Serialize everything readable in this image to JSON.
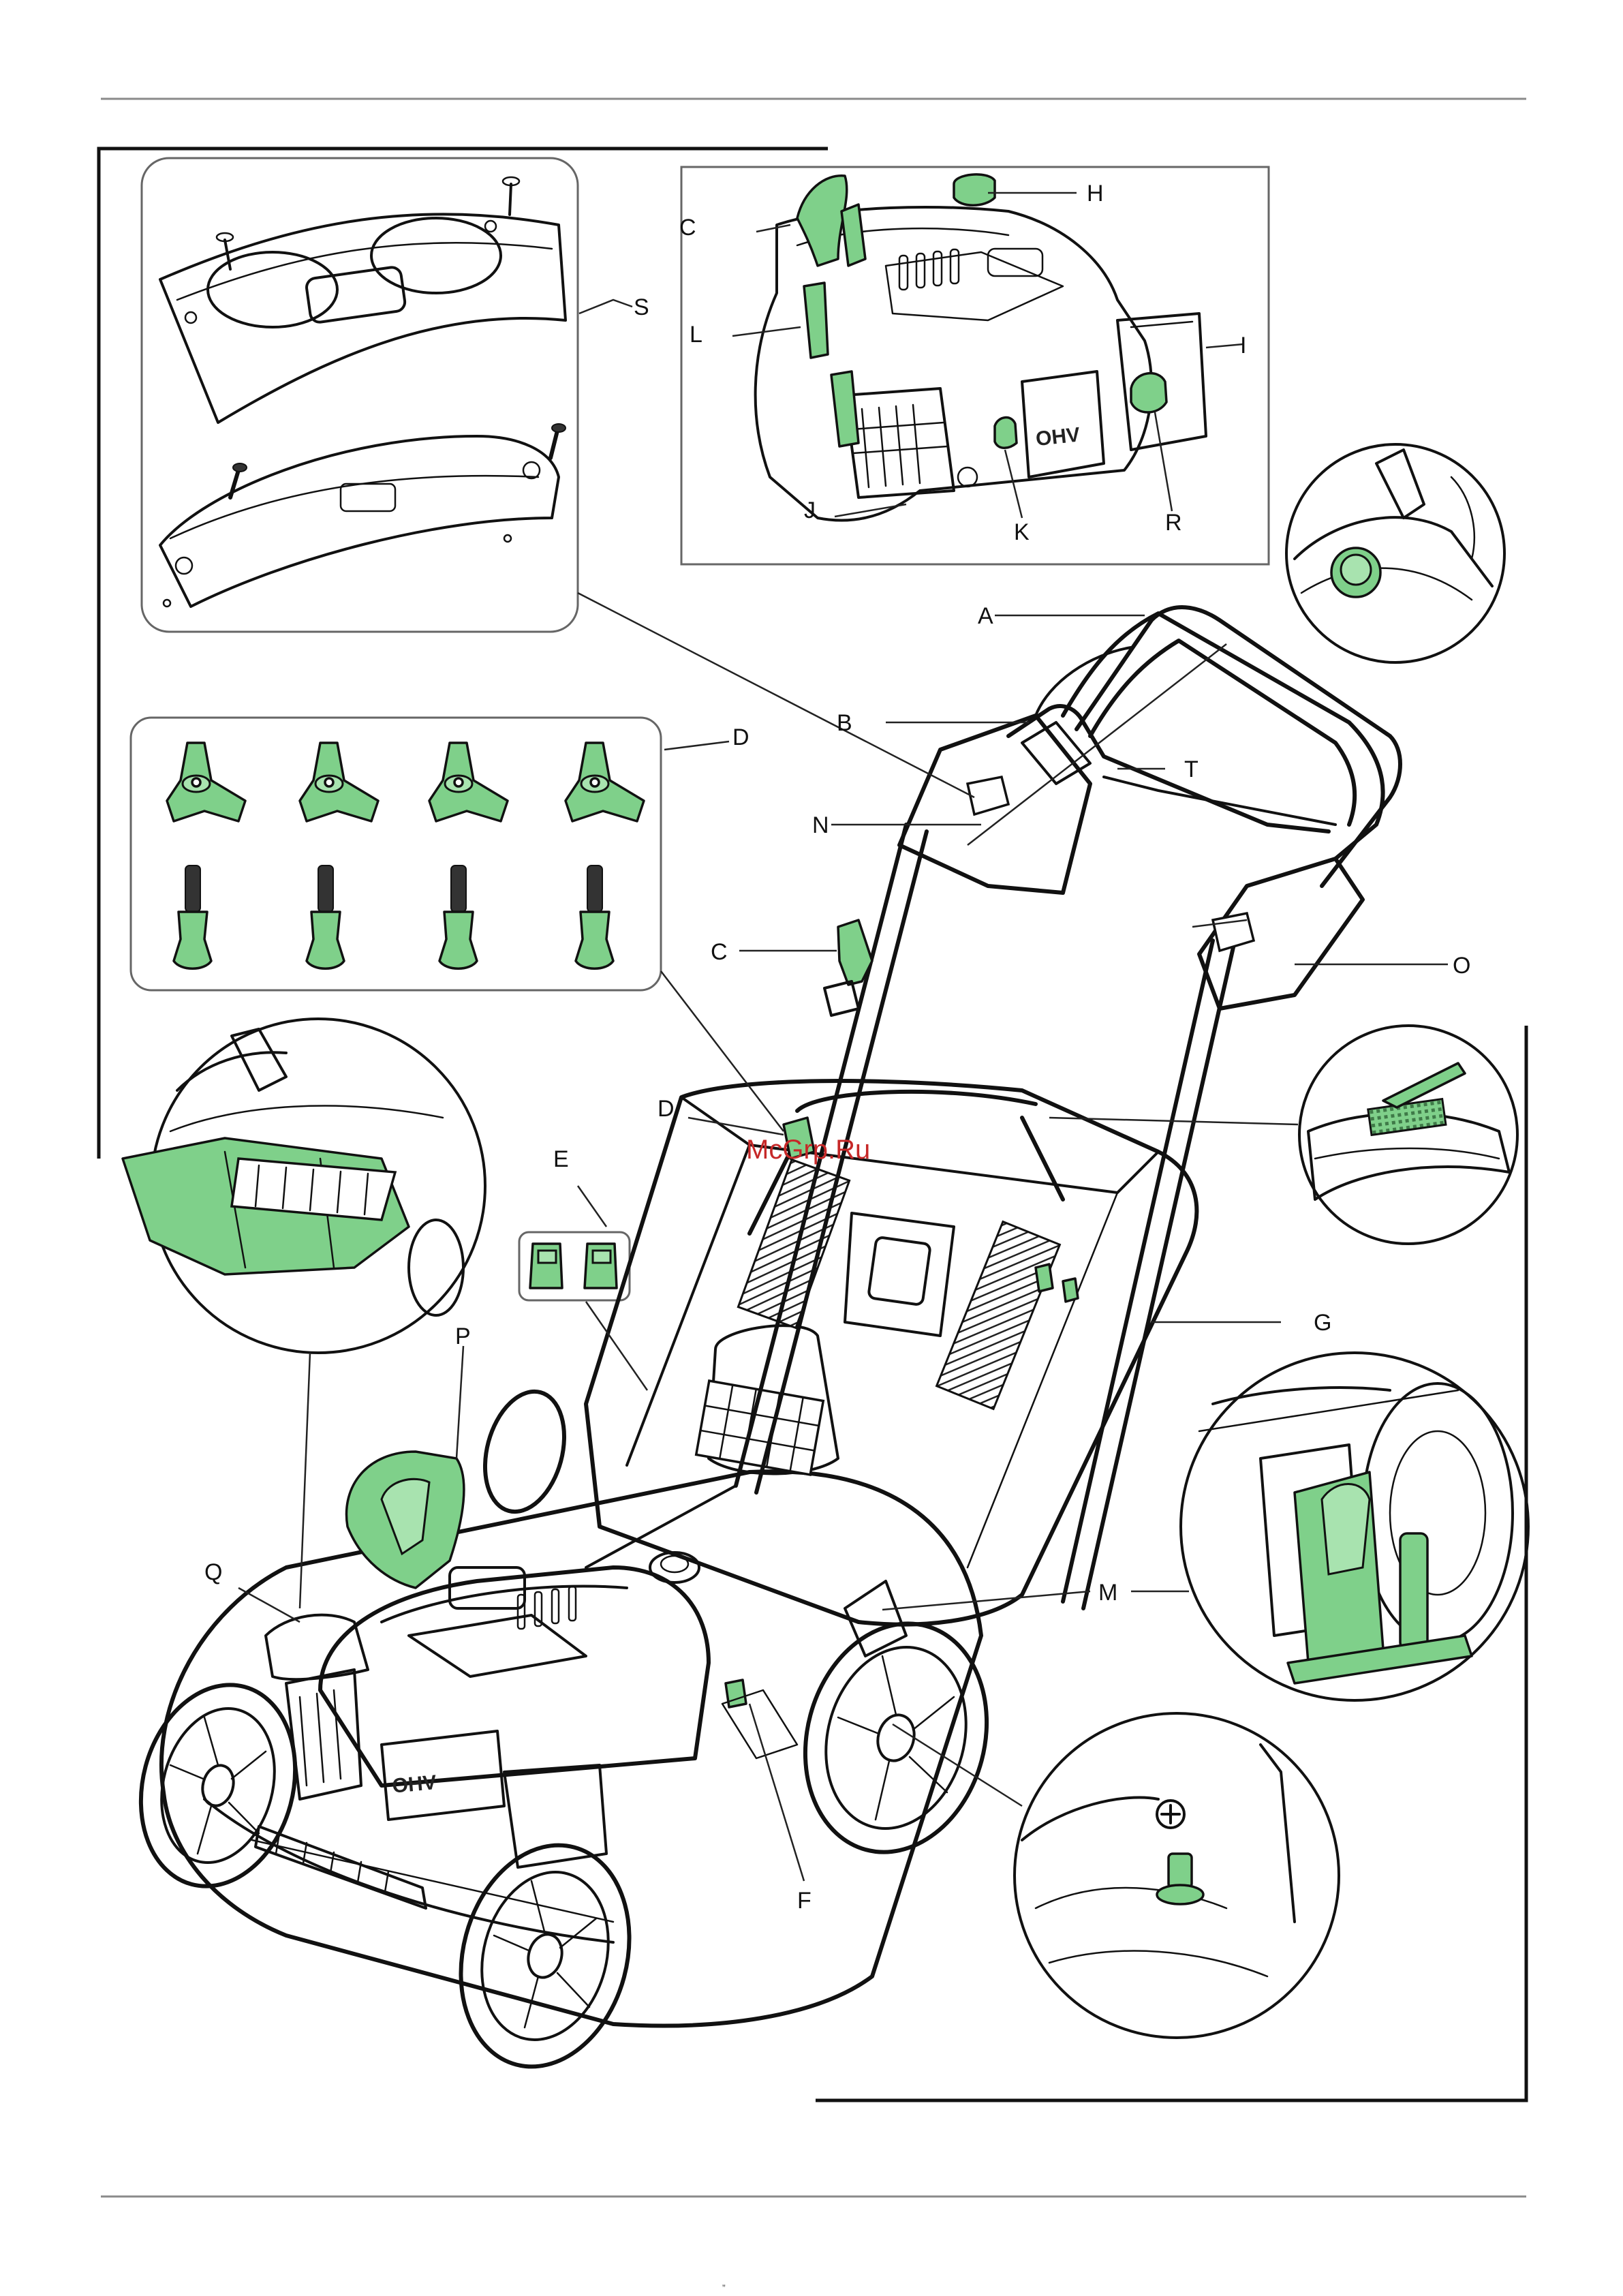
{
  "callouts": {
    "A": "A",
    "B": "B",
    "C": "C",
    "C2": "C",
    "D": "D",
    "D2": "D",
    "E": "E",
    "F": "F",
    "G": "G",
    "H": "H",
    "I": "I",
    "J": "J",
    "K": "K",
    "L": "L",
    "M": "M",
    "N": "N",
    "O": "O",
    "P": "P",
    "Q": "Q",
    "R": "R",
    "S": "S",
    "T": "T"
  },
  "watermark": "McGrp.Ru",
  "engine_label": "OHV",
  "engine_label_main": "OHV",
  "footer_mark": "”",
  "colors": {
    "highlight": "#7fd08a",
    "line": "#111111",
    "watermark": "#c62828",
    "rule": "#8a8a8a"
  }
}
